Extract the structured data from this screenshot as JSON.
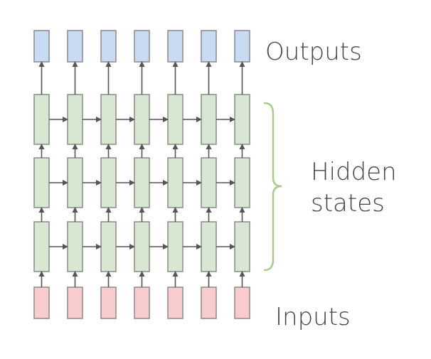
{
  "labels": {
    "outputs": "Outputs",
    "hidden_line1": "Hidden",
    "hidden_line2": "states",
    "inputs": "Inputs"
  },
  "colors": {
    "output_fill": "#c9dbf3",
    "hidden_fill": "#d7e7d2",
    "input_fill": "#f8cccc",
    "box_stroke": "#8a8a8a",
    "arrow": "#555555",
    "bracket": "#a8cc8c"
  },
  "grid": {
    "columns": 7,
    "hidden_layers": 3
  }
}
